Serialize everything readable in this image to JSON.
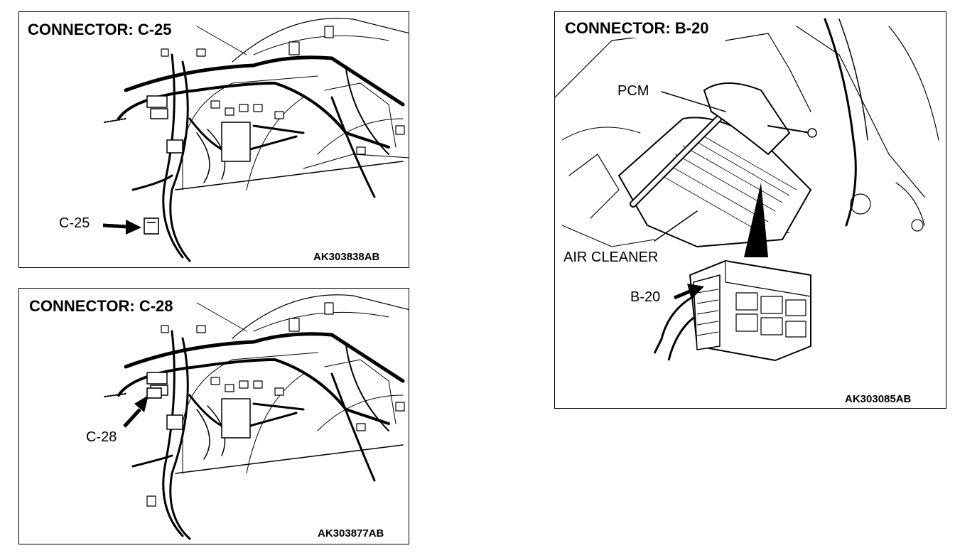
{
  "panels": {
    "c25": {
      "title": "CONNECTOR: C-25",
      "callout": "C-25",
      "code": "AK303838AB",
      "icons": {
        "connector": "connector-icon",
        "arrow": "arrow-icon"
      }
    },
    "c28": {
      "title": "CONNECTOR: C-28",
      "callout": "C-28",
      "code": "AK303877AB",
      "icons": {
        "connector": "connector-icon",
        "arrow": "arrow-icon"
      }
    },
    "b20": {
      "title": "CONNECTOR: B-20",
      "pcm_label": "PCM",
      "air_cleaner_label": "AIR CLEANER",
      "callout": "B-20",
      "code": "AK303085AB",
      "icons": {
        "module": "pcm-module-icon",
        "arrow": "arrow-icon"
      }
    }
  }
}
